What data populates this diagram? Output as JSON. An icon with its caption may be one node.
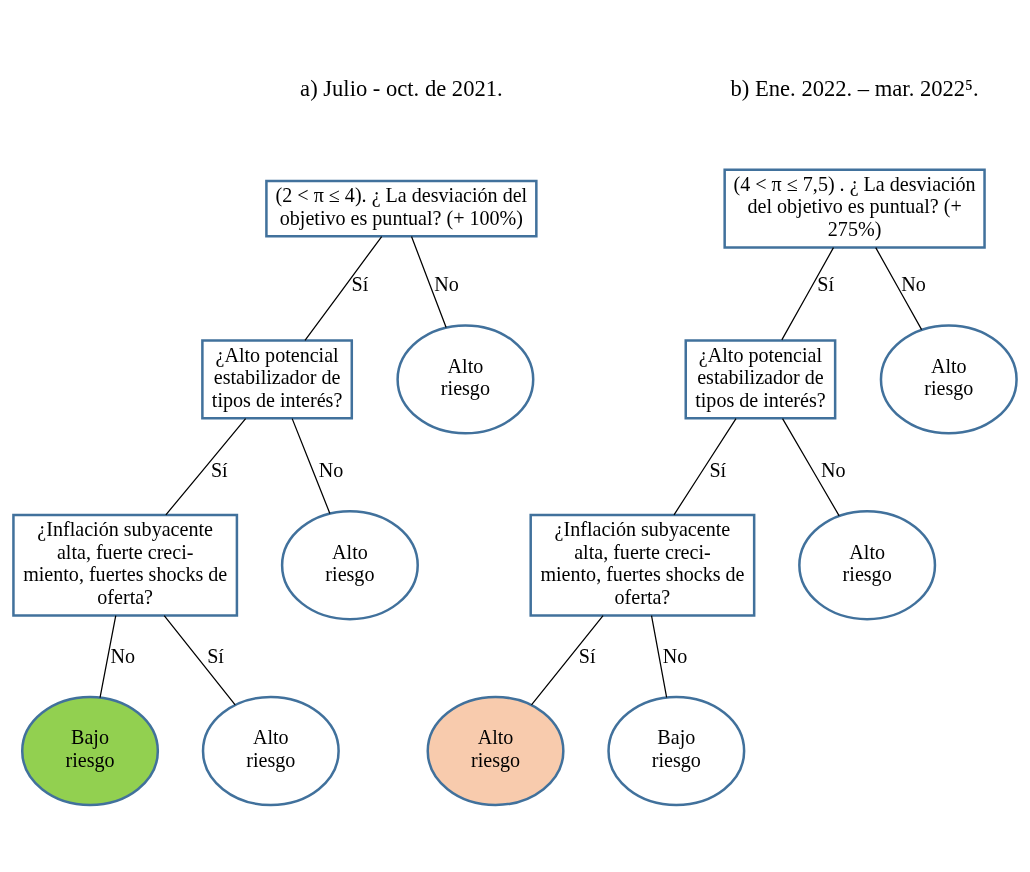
{
  "diagram": {
    "nodes": [
      {
        "text": [
          "(2 < π ≤ 4). ¿ La desviación del objetivo es puntual? (+ 100%)"
        ]
      },
      {
        "text": [
          "¿Alto potencial estabilizador de tipos de interés?"
        ]
      },
      {
        "text": [
          "Alto riesgo"
        ]
      },
      {
        "text": [
          "¿Inflación subyacente alta, fuerte creci- miento, fuertes shocks de oferta?"
        ]
      },
      {
        "text": [
          "Alto riesgo"
        ]
      },
      {
        "text": [
          "Bajo riesgo"
        ]
      },
      {
        "text": [
          "Alto riesgo"
        ]
      },
      {
        "text": [
          "(4 < π ≤ 7,5) . ¿ La desviación del objetivo es puntual? (+ 275%)"
        ]
      },
      {
        "text": [
          "¿Alto potencial estabilizador de tipos de interés?"
        ]
      },
      {
        "text": [
          "Alto riesgo"
        ]
      },
      {
        "text": [
          "¿Inflación subyacente alta, fuerte creci- miento, fuertes shocks de oferta?"
        ]
      },
      {
        "text": [
          "Alto riesgo"
        ]
      },
      {
        "text": [
          "Alto riesgo"
        ]
      },
      {
        "text": [
          "Bajo riesgo"
        ]
      }
    ],
    "edges": [
      {
        "from": 0,
        "to": 1,
        "arrow": "none",
        "label": "Sí"
      },
      {
        "from": 0,
        "to": 2,
        "arrow": "none",
        "label": "No"
      },
      {
        "from": 1,
        "to": 3,
        "arrow": "none",
        "label": "Sí"
      },
      {
        "from": 1,
        "to": 4,
        "arrow": "none",
        "label": "No"
      },
      {
        "from": 3,
        "to": 5,
        "arrow": "none",
        "label": "No"
      },
      {
        "from": 3,
        "to": 6,
        "arrow": "none",
        "label": "Sí"
      },
      {
        "from": 7,
        "to": 8,
        "arrow": "none",
        "label": "Sí"
      },
      {
        "from": 7,
        "to": 9,
        "arrow": "none",
        "label": "No"
      },
      {
        "from": 8,
        "to": 10,
        "arrow": "none",
        "label": "Sí"
      },
      {
        "from": 8,
        "to": 11,
        "arrow": "none",
        "label": "No"
      },
      {
        "from": 10,
        "to": 12,
        "arrow": "none",
        "label": "Sí"
      },
      {
        "from": 10,
        "to": 13,
        "arrow": "none",
        "label": "No"
      }
    ],
    "labels": [
      "a) Julio - oct. de 2021.",
      "b) Ene. 2022. – mar. 2022⁵."
    ]
  }
}
